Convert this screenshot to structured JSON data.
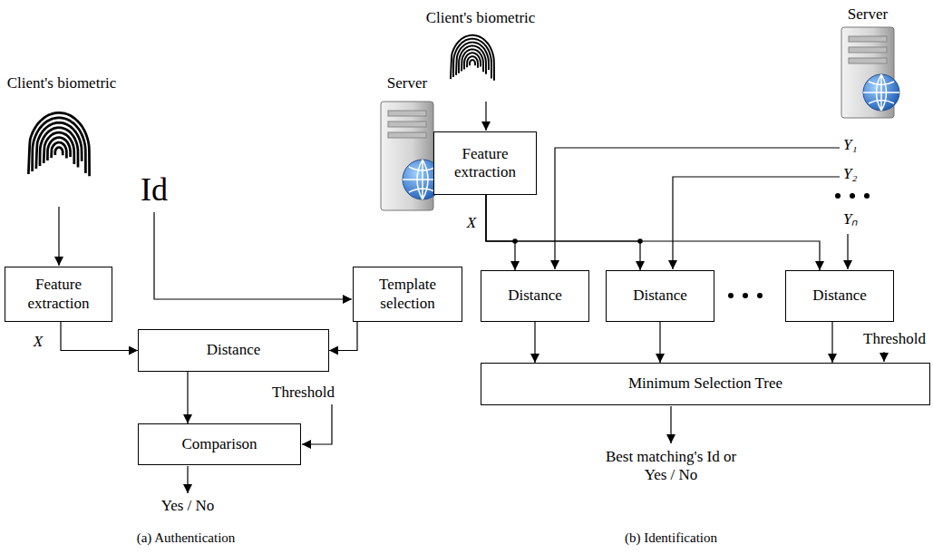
{
  "diagram": {
    "nodes": [
      {
        "text": [
          "Feature extraction"
        ]
      },
      {
        "text": [
          "Template selection"
        ]
      },
      {
        "text": [
          "Distance"
        ]
      },
      {
        "text": [
          "Comparison"
        ]
      },
      {
        "text": [
          "Feature extraction"
        ]
      },
      {
        "text": [
          "Distance"
        ]
      },
      {
        "text": [
          "Distance"
        ]
      },
      {
        "text": [
          "Distance"
        ]
      },
      {
        "text": [
          "Minimum Selection Tree"
        ]
      }
    ],
    "edges": [
      {
        "from": 0,
        "to": 2,
        "arrow": "to"
      },
      {
        "from": 1,
        "to": 2,
        "arrow": "to"
      },
      {
        "from": 2,
        "to": 3,
        "arrow": "to"
      },
      {
        "from": 4,
        "to": 5,
        "arrow": "to"
      },
      {
        "from": 4,
        "to": 6,
        "arrow": "to"
      },
      {
        "from": 4,
        "to": 7,
        "arrow": "to"
      },
      {
        "from": 5,
        "to": 8,
        "arrow": "to"
      },
      {
        "from": 6,
        "to": 8,
        "arrow": "to"
      },
      {
        "from": 7,
        "to": 8,
        "arrow": "to"
      }
    ],
    "labels": [
      "Client's biometric",
      "Id",
      "Server",
      "X",
      "Threshold",
      "Yes / No",
      "(a) Authentication",
      "Client's biometric",
      "Server",
      "X",
      "Y₁",
      "Y₂",
      "Yₙ",
      "Threshold",
      "Best matching's Id or Yes / No",
      "(b) Identification"
    ]
  }
}
